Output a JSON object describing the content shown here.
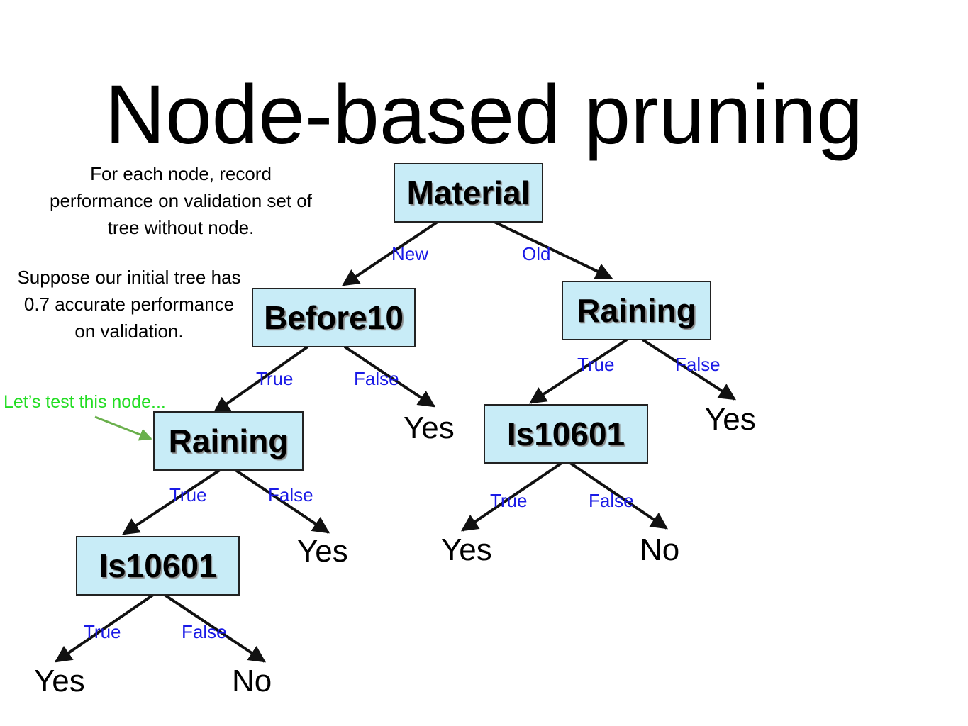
{
  "slide": {
    "title": "Node-based pruning",
    "note_record": "For each node, record performance on validation set of tree without node.",
    "note_initial": "Suppose our initial tree has 0.7 accurate performance on validation.",
    "hint": "Let’s test this node..."
  },
  "nodes": {
    "material": "Material",
    "before10": "Before10",
    "raining_right": "Raining",
    "raining_left": "Raining",
    "is10601_right": "Is10601",
    "is10601_left": "Is10601"
  },
  "edges": {
    "material_new": "New",
    "material_old": "Old",
    "before10_true": "True",
    "before10_false": "False",
    "raining_right_true": "True",
    "raining_right_false": "False",
    "raining_left_true": "True",
    "raining_left_false": "False",
    "is10601_right_true": "True",
    "is10601_right_false": "False",
    "is10601_left_true": "True",
    "is10601_left_false": "False"
  },
  "leaves": {
    "before10_false": "Yes",
    "raining_right_false": "Yes",
    "raining_left_false": "Yes",
    "is10601_right_true": "Yes",
    "is10601_right_false": "No",
    "is10601_left_true": "Yes",
    "is10601_left_false": "No"
  },
  "colors": {
    "node_fill": "#c8ecf7",
    "edge_label": "#1a1ae6",
    "hint_text": "#22dd22",
    "hint_arrow": "#6ab04c"
  }
}
